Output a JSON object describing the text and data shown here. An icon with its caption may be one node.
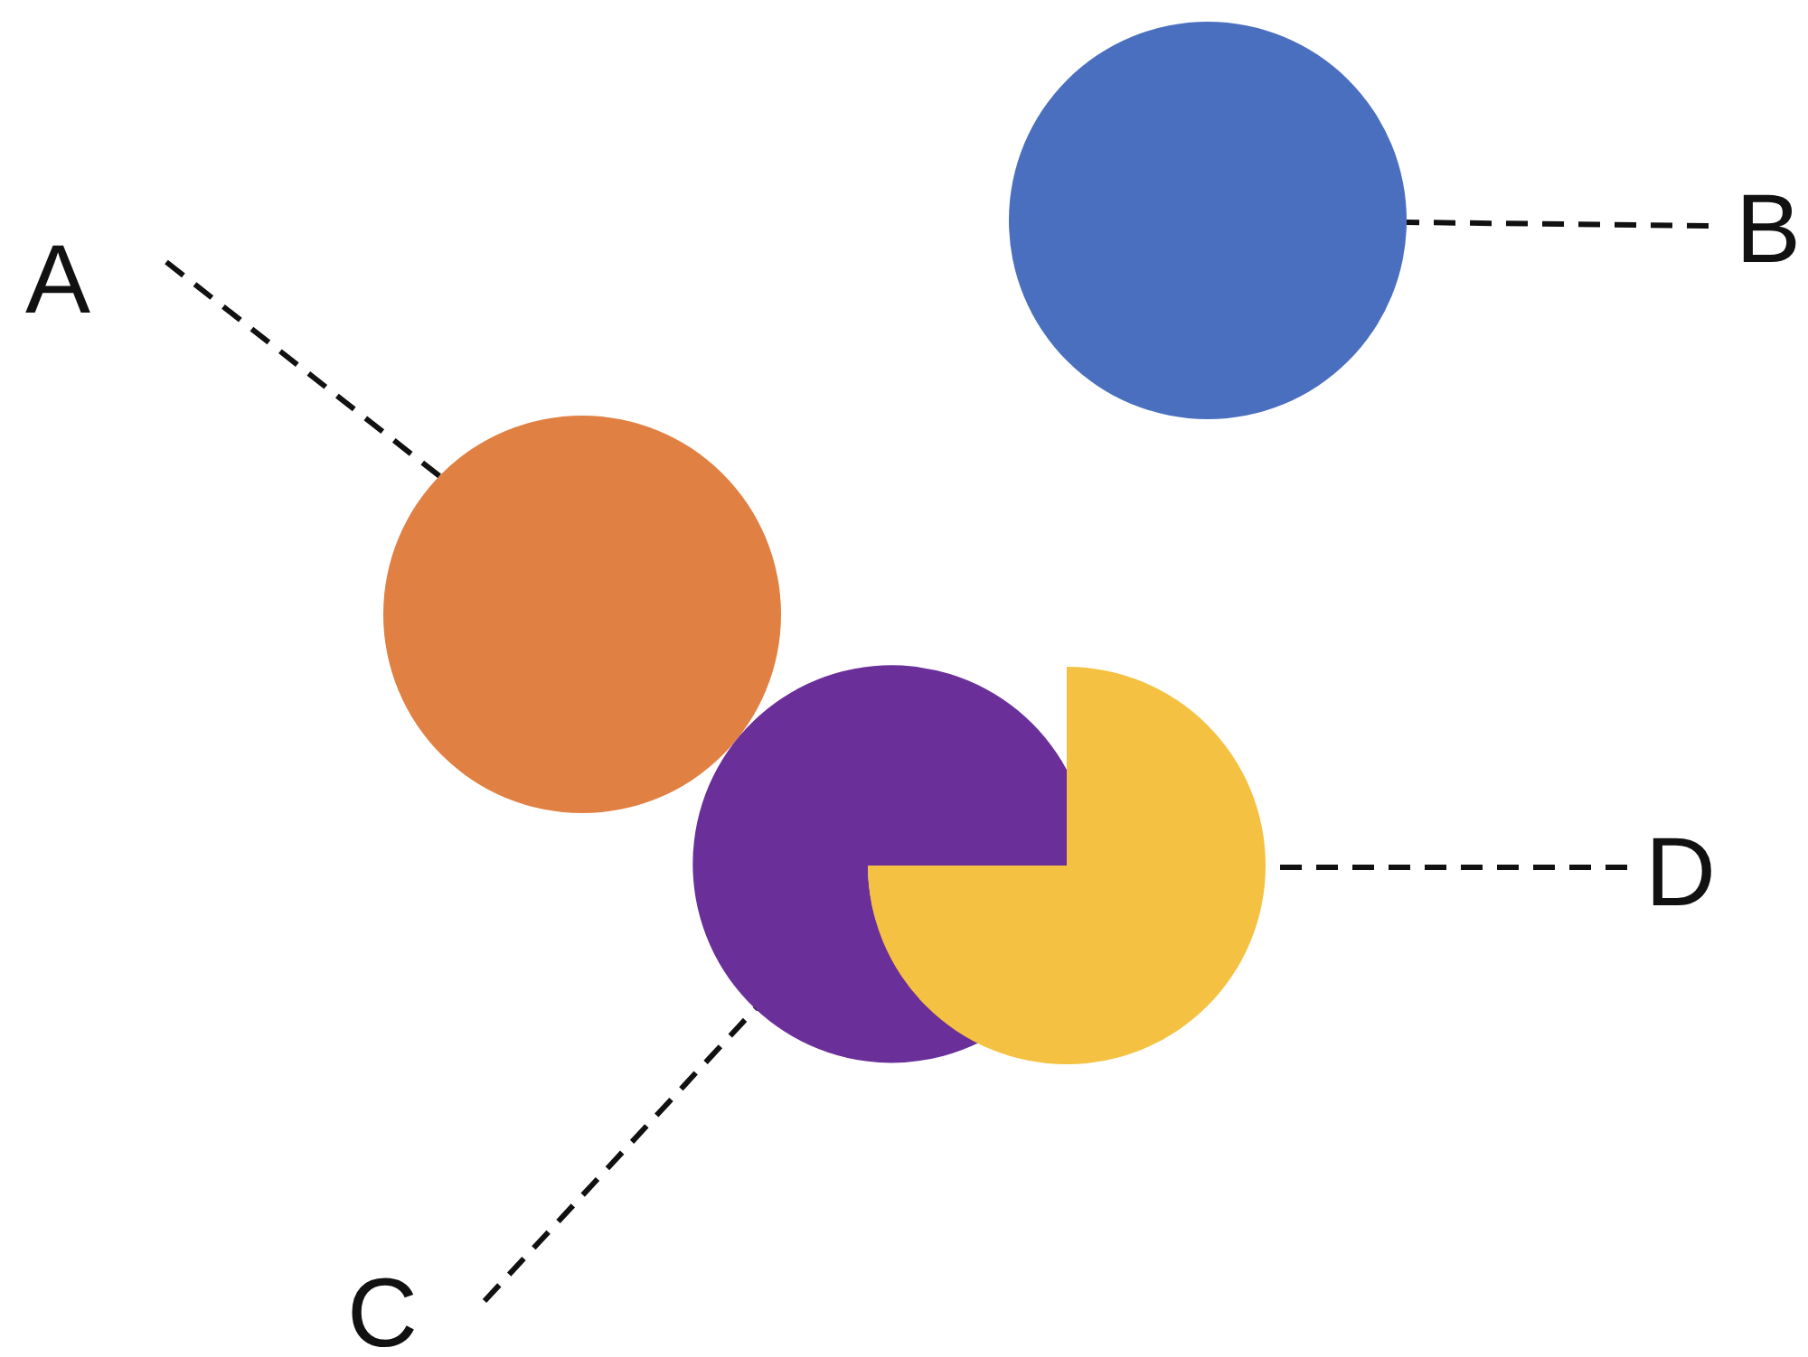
{
  "diagram": {
    "nodes": [
      {
        "text": [],
        "shape": "circle"
      },
      {
        "text": [
          "B"
        ]
      },
      {
        "text": [
          "A"
        ]
      },
      {
        "text": [],
        "shape": "circle"
      },
      {
        "text": [],
        "shape": "circle"
      },
      {
        "text": [],
        "shape": "circle"
      },
      {
        "text": [
          "D"
        ]
      },
      {
        "text": [
          "C"
        ]
      }
    ],
    "edges": [
      {
        "from": 2,
        "to": 3,
        "arrow": "none",
        "style": "dashed"
      },
      {
        "from": 1,
        "to": 0,
        "arrow": "none",
        "style": "dashed"
      },
      {
        "from": 7,
        "to": 4,
        "arrow": "none",
        "style": "dashed"
      },
      {
        "from": 6,
        "to": 5,
        "arrow": "none",
        "style": "dashed"
      }
    ]
  }
}
